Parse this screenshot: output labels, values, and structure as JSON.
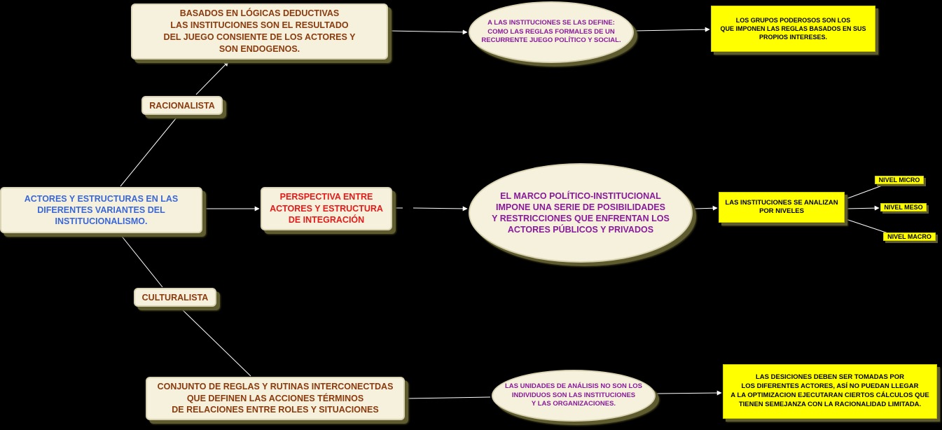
{
  "nodes": {
    "main": "ACTORES Y ESTRUCTURAS EN LAS\nDIFERENTES VARIANTES DEL\nINSTITUCIONALISMO.",
    "racionalista": "RACIONALISTA",
    "culturalista": "CULTURALISTA",
    "basados": "BASADOS EN LÓGICAS DEDUCTIVAS\nLAS INSTITUCIONES SON EL RESULTADO\nDEL JUEGO CONSIENTE DE LOS ACTORES Y\nSON ENDOGENOS.",
    "define": "A LAS INSTITUCIONES SE LAS DEFINE:\nCOMO LAS REGLAS FORMALES DE UN\nRECURRENTE JUEGO POLÍTICO Y SOCIAL.",
    "grupos": "LOS GRUPOS PODEROSOS SON LOS\nQUE IMPONEN LAS REGLAS BASADOS EN SUS\nPROPIOS INTERESES.",
    "perspectiva": "PERSPECTIVA  ENTRE\nACTORES Y ESTRUCTURA\nDE INTEGRACIÓN",
    "marco": "EL MARCO POLÍTICO-INSTITUCIONAL\nIMPONE UNA SERIE DE POSIBILIDADES\nY RESTRICCIONES QUE ENFRENTAN LOS\nACTORES PÚBLICOS Y PRIVADOS",
    "niveles": "LAS INSTITUCIONES SE ANALIZAN\nPOR NIVELES",
    "micro": "NIVEL MICRO",
    "meso": "NIVEL MESO",
    "macro": "NIVEL MACRO",
    "conjunto": "CONJUNTO DE REGLAS Y RUTINAS INTERCONECTDAS\nQUE DEFINEN LAS ACCIONES TÉRMINOS\nDE RELACIONES ENTRE ROLES Y SITUACIONES",
    "unidades": "LAS UNIDADES DE ANÁLISIS NO SON LOS\nINDIVIDUOS SON LAS INSTITUCIONES\nY LAS ORGANIZACIONES.",
    "desiciones": "LAS DESICIONES DEBEN SER TOMADAS POR\nLOS DIFERENTES ACTORES, ASÍ NO PUEDAN LLEGAR\nA LA OPTIMIZACION EJECUTARAN CIERTOS CÁLCULOS QUE\nTIENEN SEMEJANZA CON LA RACIONALIDAD LIMITADA."
  }
}
